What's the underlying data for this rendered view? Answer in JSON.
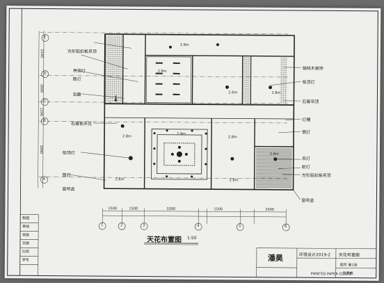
{
  "drawing": {
    "title": "天花布置图",
    "scale": "1:50",
    "left_labels": [
      "吊顶灯",
      "筒灯",
      "浴霸",
      "石膏板天花",
      "吸顶灯",
      "筒灯",
      "窗帘盒"
    ],
    "top_left_label": "方形铝扣板吊顶",
    "right_labels": [
      "胡桃木装饰",
      "吸顶灯",
      "石膏吊顶",
      "灯槽",
      "筒灯",
      "吊灯",
      "射灯",
      "方形铝扣板吊顶"
    ],
    "right_bottom_label": "窗帘盒",
    "row_axes": [
      "E",
      "D",
      "C",
      "B",
      "A"
    ],
    "col_axes": [
      "1",
      "2",
      "3",
      "4",
      "5",
      "6"
    ],
    "bottom_dims": [
      "1500",
      "1500",
      "3300",
      "1500",
      "2400"
    ],
    "left_dims": [
      "2240",
      "1600",
      "1200",
      "3000"
    ],
    "height_tags": [
      "2.9m",
      "2.8m",
      "2.6m",
      "2.8m",
      "2.8m",
      "2.9m",
      "2.8m",
      "2.6m",
      "2.8m",
      "2.8m"
    ]
  },
  "title_block": {
    "student": "潘昊",
    "class_name": "环境设计2019-2",
    "drawing_name": "天花布置图",
    "row1": "图号 第1张",
    "row2": "张昊教",
    "left_cells": [
      "制图",
      "审核",
      "班级",
      "日期",
      "比例",
      "学号"
    ],
    "footer": "PRINTED PAPER CO.LTD"
  }
}
